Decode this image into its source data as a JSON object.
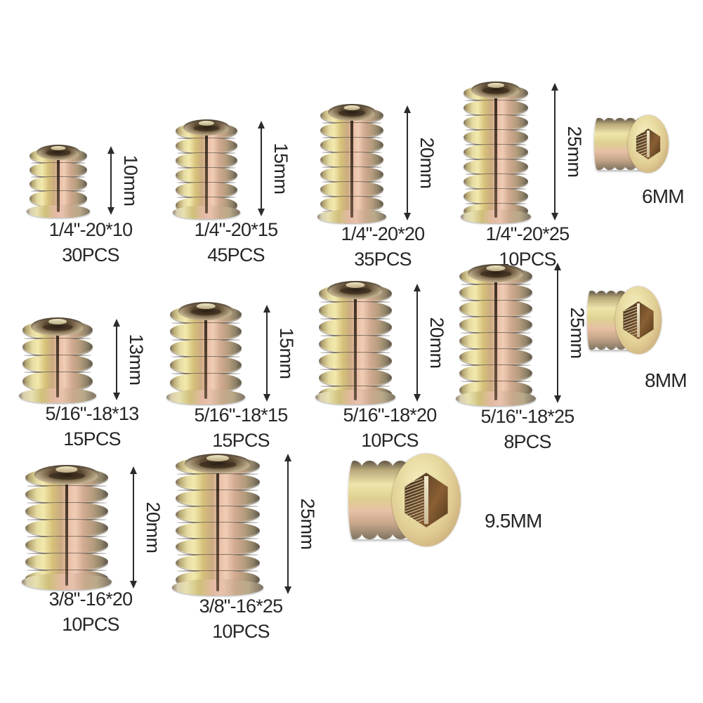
{
  "image": {
    "kind": "product-photo-collage",
    "subject": "furniture threaded insert nut assortment",
    "background_color": "#ffffff",
    "text_color": "#262626"
  },
  "rows": [
    {
      "row_id": "quarter-inch-20",
      "items": [
        {
          "spec": "1/4\"-20*10",
          "qty": "30PCS",
          "dimension": "10mm"
        },
        {
          "spec": "1/4\"-20*15",
          "qty": "45PCS",
          "dimension": "15mm"
        },
        {
          "spec": "1/4\"-20*20",
          "qty": "35PCS",
          "dimension": "20mm"
        },
        {
          "spec": "1/4\"-20*25",
          "qty": "10PCS",
          "dimension": "25mm"
        }
      ],
      "side_view_label": "6MM"
    },
    {
      "row_id": "five-sixteenth-18",
      "items": [
        {
          "spec": "5/16\"-18*13",
          "qty": "15PCS",
          "dimension": "13mm"
        },
        {
          "spec": "5/16\"-18*15",
          "qty": "15PCS",
          "dimension": "15mm"
        },
        {
          "spec": "5/16\"-18*20",
          "qty": "10PCS",
          "dimension": "20mm"
        },
        {
          "spec": "5/16\"-18*25",
          "qty": "8PCS",
          "dimension": "25mm"
        }
      ],
      "side_view_label": "8MM"
    },
    {
      "row_id": "three-eighth-16",
      "items": [
        {
          "spec": "3/8\"-16*20",
          "qty": "10PCS",
          "dimension": "20mm"
        },
        {
          "spec": "3/8\"-16*25",
          "qty": "10PCS",
          "dimension": "25mm"
        }
      ],
      "side_view_label": "9.5MM"
    }
  ],
  "side_views": [
    {
      "label": "6MM",
      "icon": "insert-nut-side-view-icon"
    },
    {
      "label": "8MM",
      "icon": "insert-nut-side-view-icon"
    },
    {
      "label": "9.5MM",
      "icon": "insert-nut-side-view-icon"
    }
  ],
  "colors": {
    "brass_gold": "#efe5ab",
    "rose_zinc": "#e7c0a6",
    "groove_dark": "#2d2112",
    "arrow": "#2b2b2b"
  }
}
